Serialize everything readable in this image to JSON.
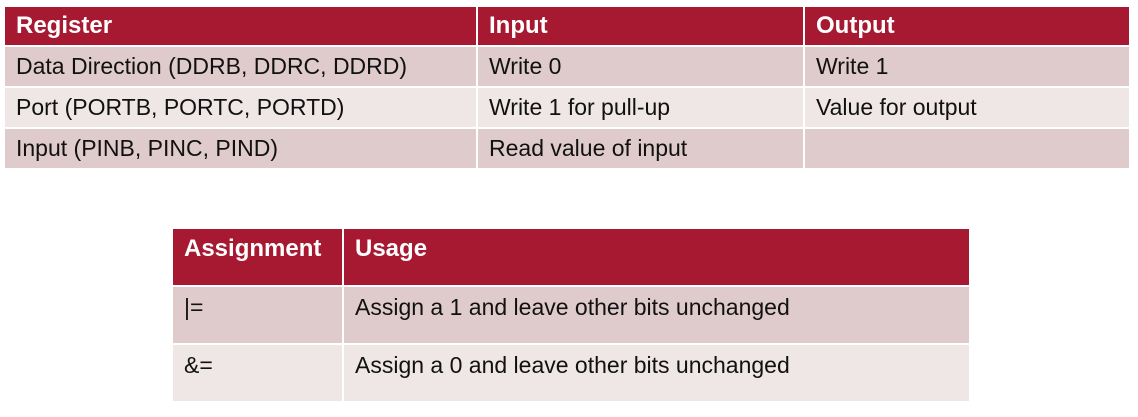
{
  "register_table": {
    "headers": [
      "Register",
      "Input",
      "Output"
    ],
    "rows": [
      [
        "Data Direction (DDRB, DDRC, DDRD)",
        "Write 0",
        "Write 1"
      ],
      [
        "Port (PORTB, PORTC, PORTD)",
        "Write 1 for pull-up",
        "Value for output"
      ],
      [
        "Input (PINB, PINC, PIND)",
        "Read value of input",
        ""
      ]
    ]
  },
  "assignment_table": {
    "headers": [
      "Assignment",
      "Usage"
    ],
    "rows": [
      [
        "|=",
        "Assign a 1 and leave other bits unchanged"
      ],
      [
        "&=",
        "Assign a 0 and leave other bits unchanged"
      ]
    ]
  },
  "colors": {
    "header_bg": "#a71930",
    "header_text": "#ffffff",
    "row_dark": "#e0cbcc",
    "row_light": "#efe6e6"
  }
}
